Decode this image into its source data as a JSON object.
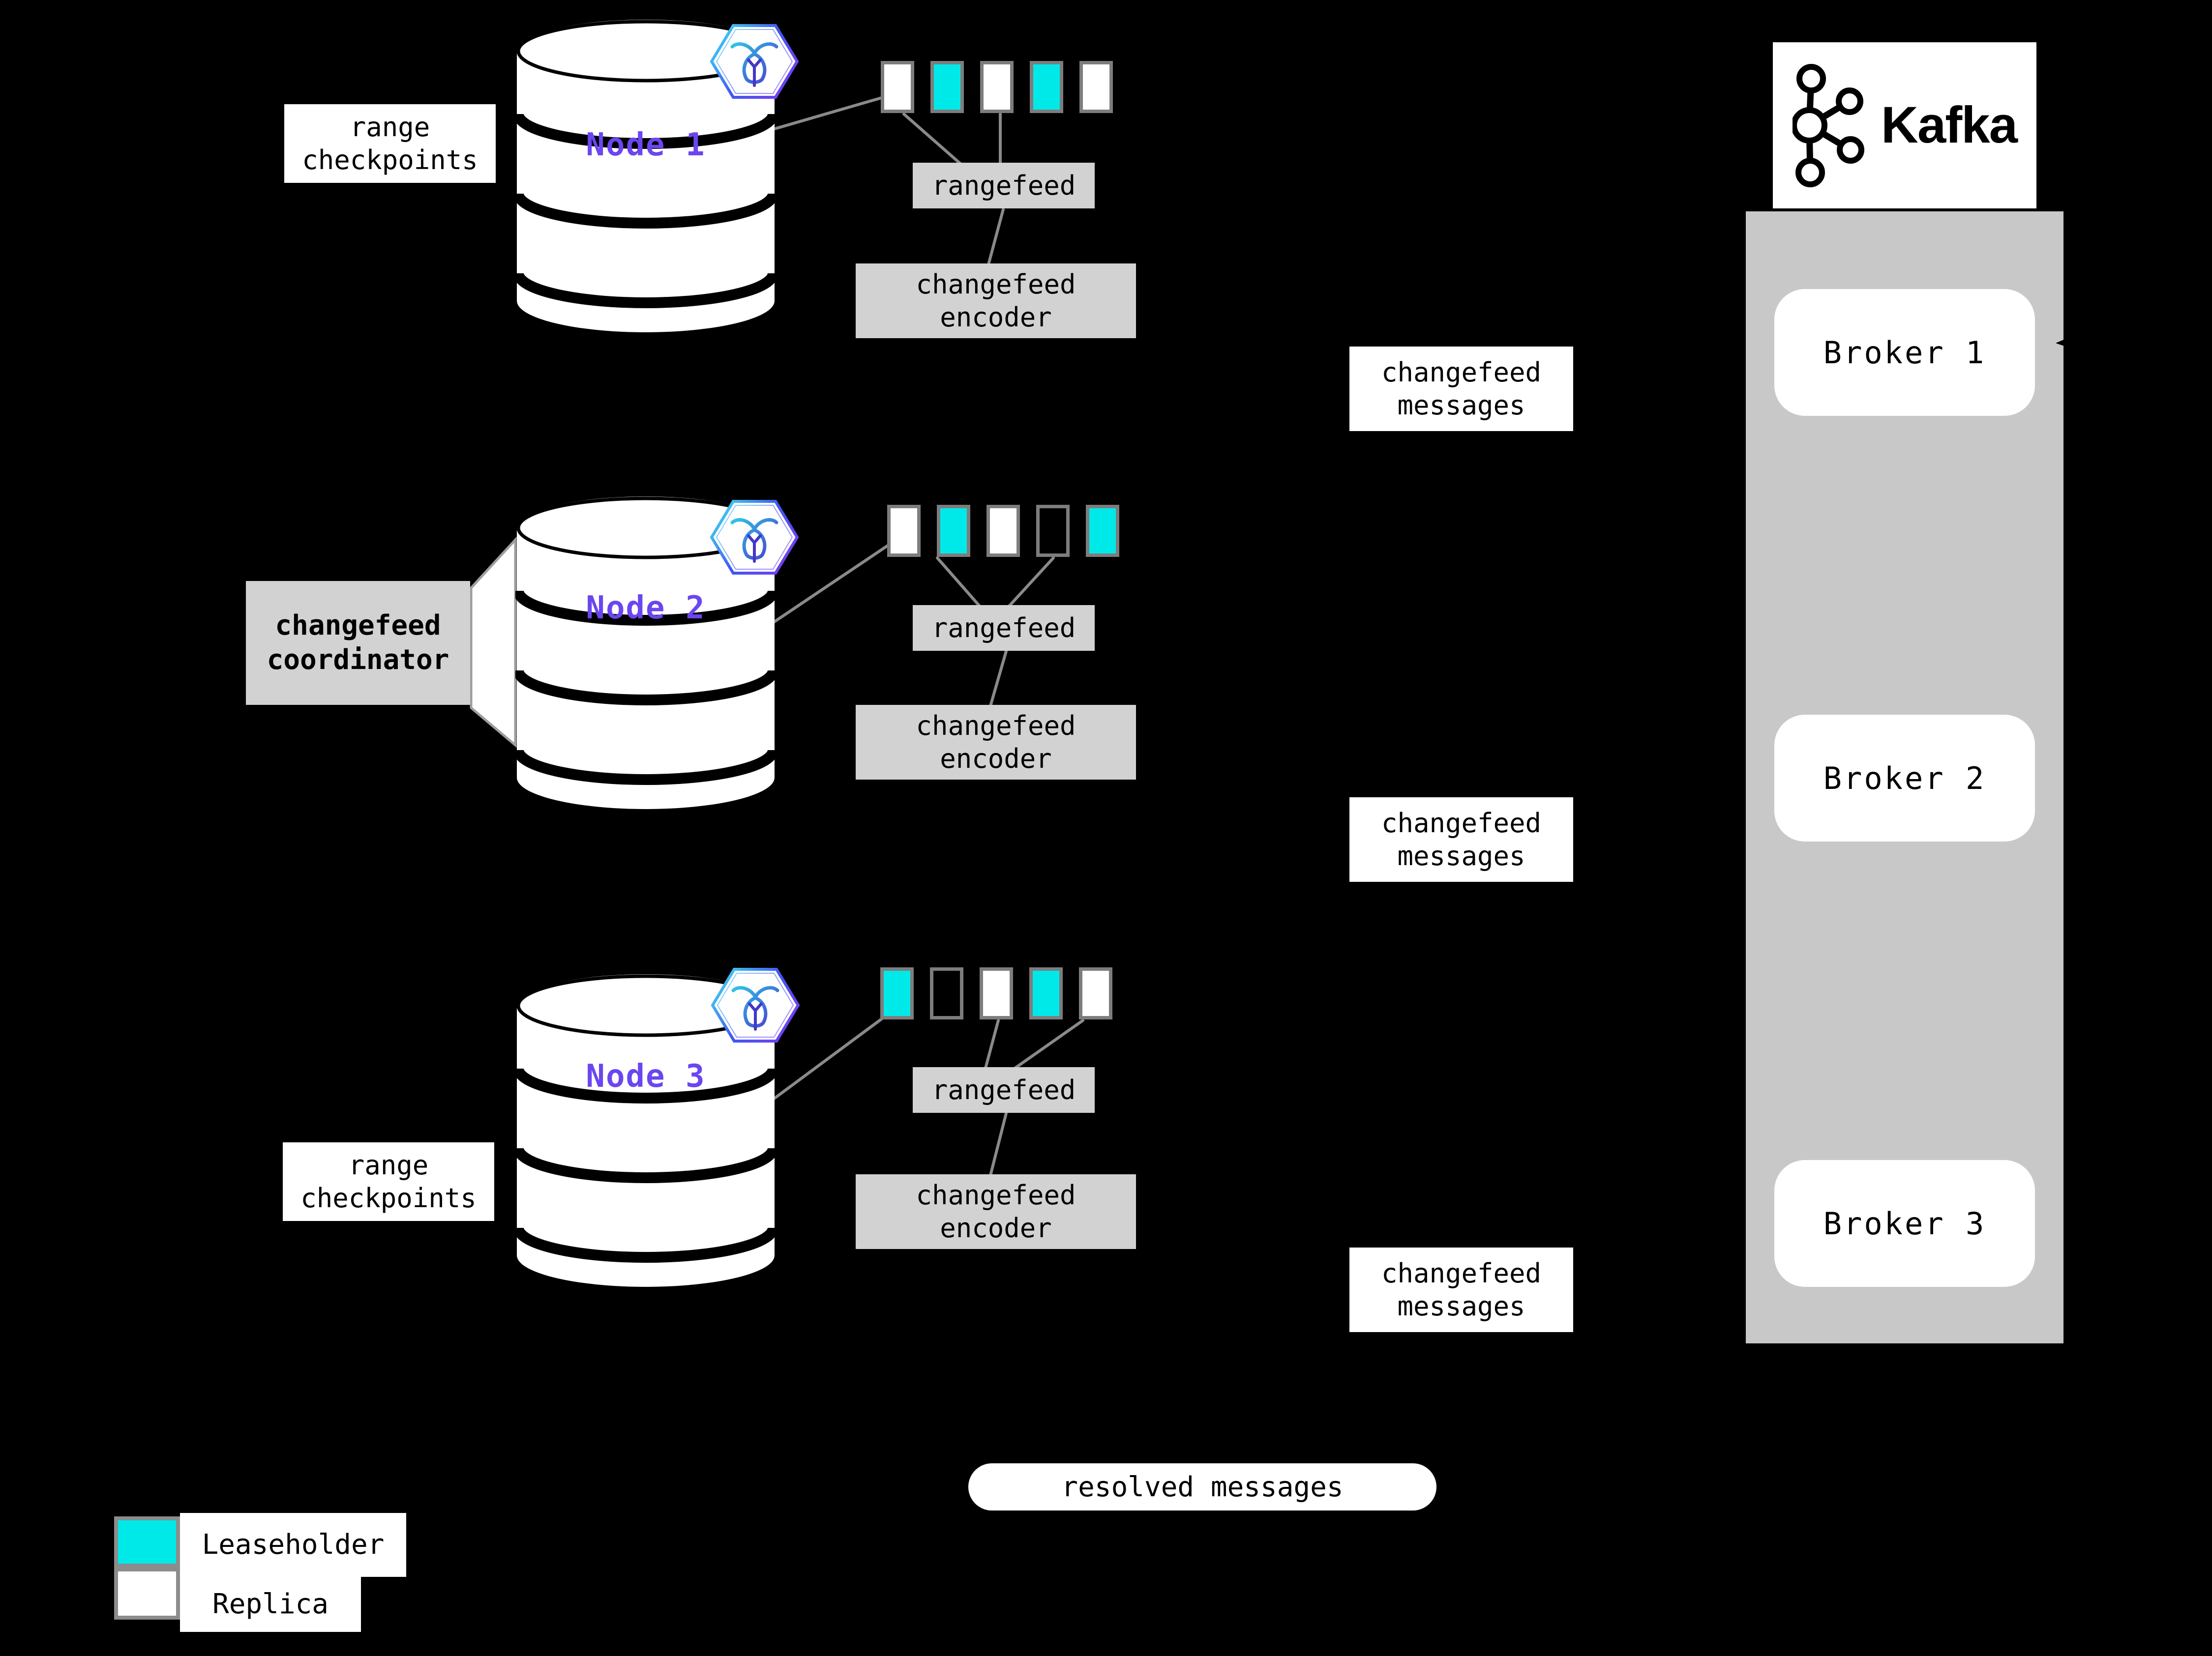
{
  "labels": {
    "range_checkpoints": "range checkpoints",
    "rangefeed": "rangefeed",
    "changefeed_encoder": "changefeed encoder",
    "changefeed_messages": "changefeed messages",
    "changefeed_coordinator": "changefeed coordinator",
    "resolved_messages": "resolved messages"
  },
  "nodes": [
    {
      "name": "Node 1",
      "replicas": [
        "replica",
        "leaseholder",
        "replica",
        "leaseholder",
        "replica"
      ]
    },
    {
      "name": "Node 2",
      "replicas": [
        "replica",
        "leaseholder",
        "replica",
        "empty",
        "leaseholder"
      ]
    },
    {
      "name": "Node 3",
      "replicas": [
        "leaseholder",
        "empty",
        "replica",
        "leaseholder",
        "replica"
      ]
    }
  ],
  "kafka": {
    "brand": "Kafka",
    "brokers": [
      "Broker 1",
      "Broker 2",
      "Broker 3"
    ]
  },
  "legend": [
    {
      "swatch": "leaseholder",
      "label": "Leaseholder"
    },
    {
      "swatch": "replica",
      "label": "Replica"
    }
  ],
  "colors": {
    "background": "#000000",
    "leaseholder": "#00e9e9",
    "replica": "#ffffff",
    "node_label": "#6b46f0",
    "box": "#d2d2d2",
    "container": "#c8c8c8",
    "connector": "#8a8a8a"
  }
}
